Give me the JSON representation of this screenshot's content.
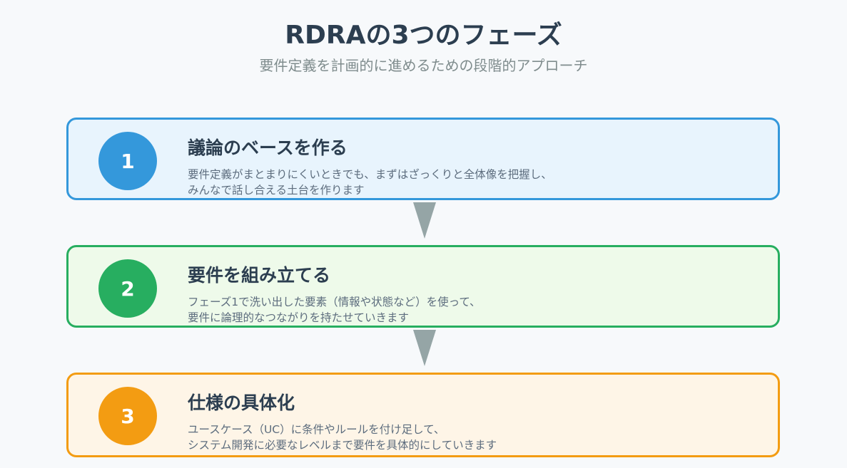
{
  "header": {
    "title": "RDRAの3つのフェーズ",
    "subtitle": "要件定義を計画的に進めるための段階的アプローチ"
  },
  "phases": [
    {
      "number": "1",
      "title": "議論のベースを作る",
      "desc_line1": "要件定義がまとまりにくいときでも、まずはざっくりと全体像を把握し、",
      "desc_line2": "みんなで話し合える土台を作ります",
      "color": "#3498db",
      "bg": "#e8f4fd"
    },
    {
      "number": "2",
      "title": "要件を組み立てる",
      "desc_line1": "フェーズ1で洗い出した要素（情報や状態など）を使って、",
      "desc_line2": "要件に論理的なつながりを持たせていきます",
      "color": "#27ae60",
      "bg": "#eefaea"
    },
    {
      "number": "3",
      "title": "仕様の具体化",
      "desc_line1": "ユースケース（UC）に条件やルールを付け足して、",
      "desc_line2": "システム開発に必要なレベルまで要件を具体的にしていきます",
      "color": "#f39c12",
      "bg": "#fef5e7"
    }
  ],
  "arrow_color": "#95a5a6"
}
